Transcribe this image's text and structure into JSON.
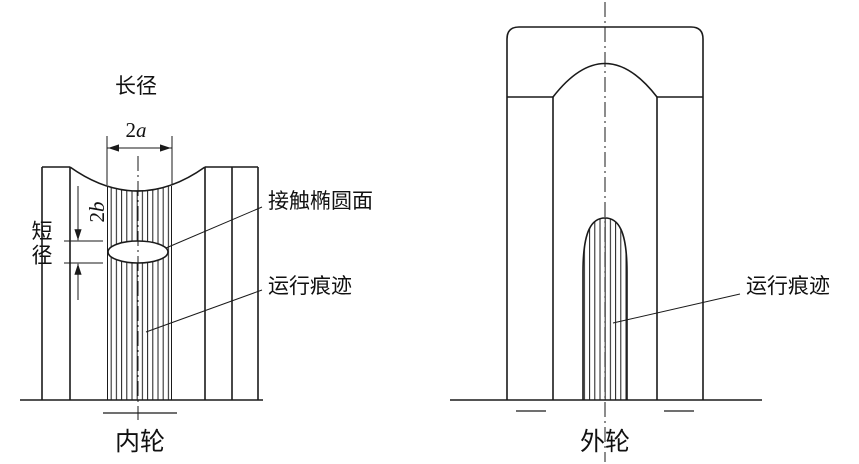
{
  "figure": {
    "left": {
      "title": "内轮",
      "major_axis_label": "长径",
      "major_dim": {
        "num": "2",
        "var": "a"
      },
      "minor_dim": {
        "num": "2",
        "var": "b"
      },
      "minor_axis_label": "短径",
      "contact_ellipse_label": "接触椭圆面",
      "running_trace_label": "运行痕迹"
    },
    "right": {
      "title": "外轮",
      "running_trace_label": "运行痕迹"
    },
    "colors": {
      "line": "#1a1a1a",
      "background": "#ffffff"
    }
  }
}
